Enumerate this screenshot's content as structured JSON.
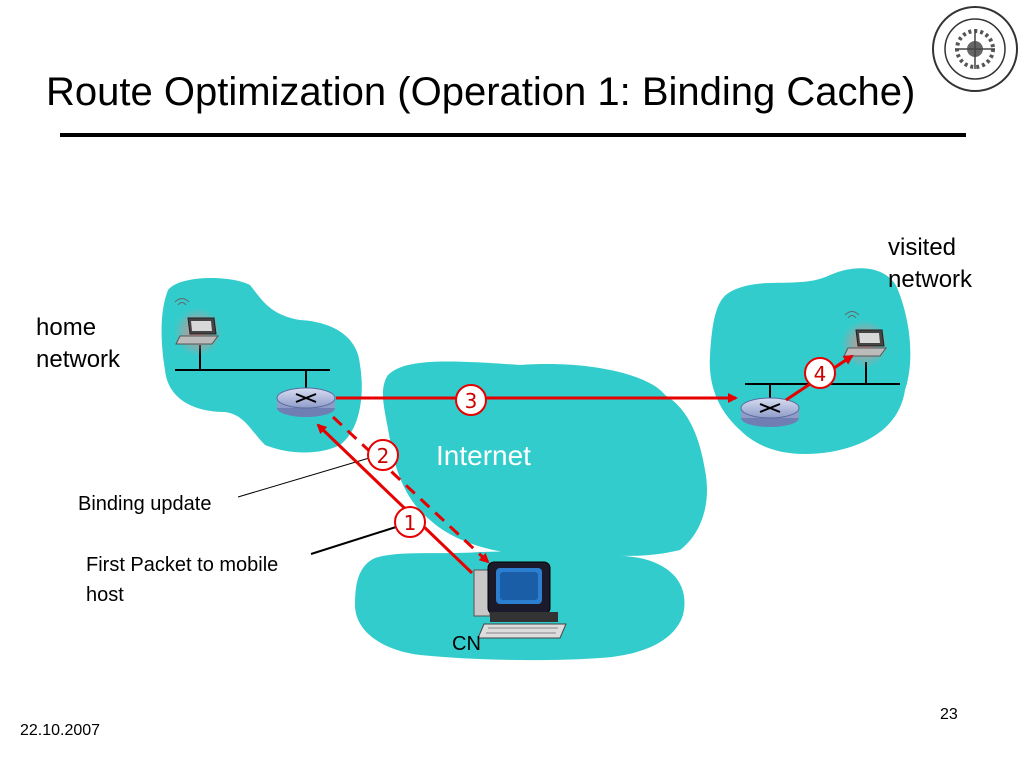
{
  "slide": {
    "title": "Route Optimization (Operation 1: Binding Cache)",
    "date": "22.10.2007",
    "page_number": "23"
  },
  "diagram": {
    "home_network_label": [
      "home",
      "network"
    ],
    "visited_network_label": [
      "visited",
      "network"
    ],
    "internet_label": "Internet",
    "cn_label": "CN",
    "binding_update_label": "Binding update",
    "first_packet_label": [
      "First Packet to mobile",
      "host"
    ],
    "steps": [
      "1",
      "2",
      "3",
      "4"
    ]
  },
  "colors": {
    "cloud": "#33cccc",
    "arrow": "#e60000",
    "step_circle_border": "#e60000",
    "step_text": "#cc0000",
    "router": "#9aa7cf"
  },
  "icons": {
    "logo": "institute-seal-logo",
    "router": "router-icon",
    "laptop": "wireless-laptop-icon",
    "computer": "desktop-computer-icon"
  }
}
